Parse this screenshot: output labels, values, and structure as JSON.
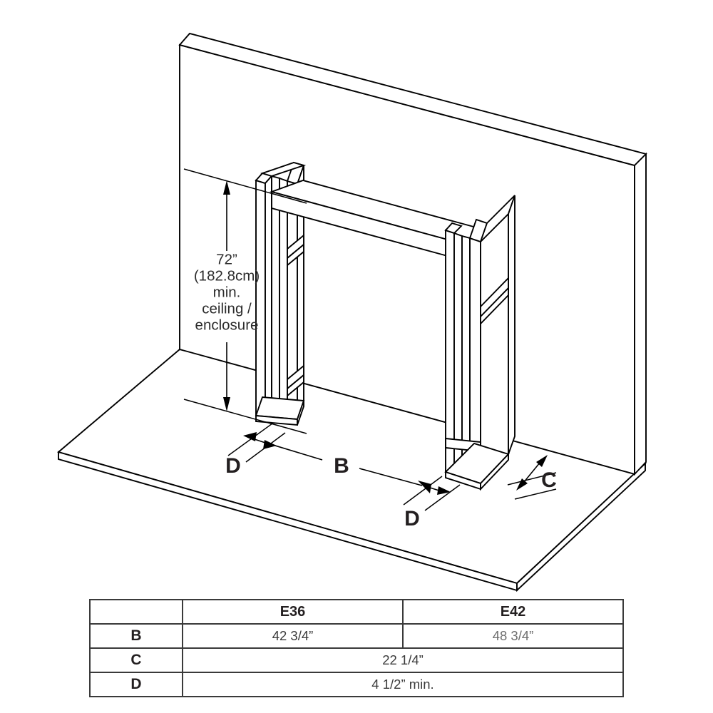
{
  "diagram": {
    "title": "Fireplace framing enclosure isometric",
    "callouts": {
      "height_note": {
        "lines": [
          "72”",
          "(182.8cm)",
          "min.",
          "ceiling /",
          "enclosure"
        ],
        "line1": "72”",
        "line2": "(182.8cm)",
        "line3": "min.",
        "line4": "ceiling /",
        "line5": "enclosure"
      },
      "dim_b": "B",
      "dim_c": "C",
      "dim_d_left": "D",
      "dim_d_right": "D"
    },
    "colors": {
      "line": "#000000",
      "text": "#231f20",
      "table_border": "#3a3a3a",
      "background": "#ffffff"
    }
  },
  "spec_table": {
    "columns": [
      "",
      "E36",
      "E42"
    ],
    "rows": [
      {
        "label": "B",
        "e36": "42 3/4”",
        "e42": "48 3/4”",
        "span": false
      },
      {
        "label": "C",
        "value": "22 1/4”",
        "span": true
      },
      {
        "label": "D",
        "value": "4 1/2” min.",
        "span": true
      }
    ]
  }
}
